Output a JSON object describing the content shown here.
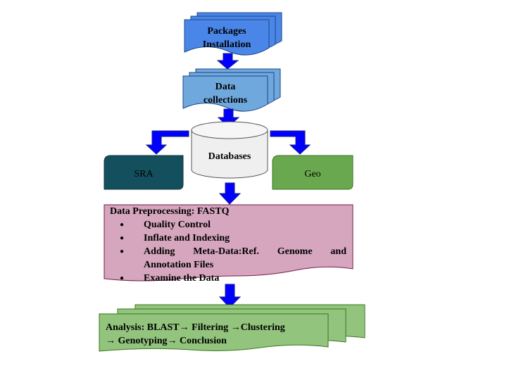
{
  "nodes": {
    "packages": {
      "line1": "Packages",
      "line2": "Installation"
    },
    "data_collections": {
      "line1": "Data",
      "line2": "collections"
    },
    "databases": {
      "label": "Databases"
    },
    "sra": {
      "label": "SRA"
    },
    "geo": {
      "label": "Geo"
    },
    "preprocessing": {
      "title": "Data Preprocessing: FASTQ",
      "steps": [
        "Quality Control",
        "Inflate and Indexing",
        "Adding Meta-Data:Ref. Genome and",
        "Annotation Files",
        "Examine the Data"
      ]
    },
    "analysis": {
      "line1": "Analysis: BLAST→ Filtering →Clustering",
      "line2": "→ Genotyping→ Conclusion"
    }
  },
  "colors": {
    "packages_fill": "#4a86e8",
    "data_collections_fill": "#6fa8dc",
    "databases_fill": "#efefef",
    "sra_fill": "#134f5c",
    "geo_fill": "#6aa84f",
    "preprocessing_fill": "#d5a6bd",
    "analysis_fill": "#93c47d",
    "arrow_fill": "#0000ff"
  }
}
